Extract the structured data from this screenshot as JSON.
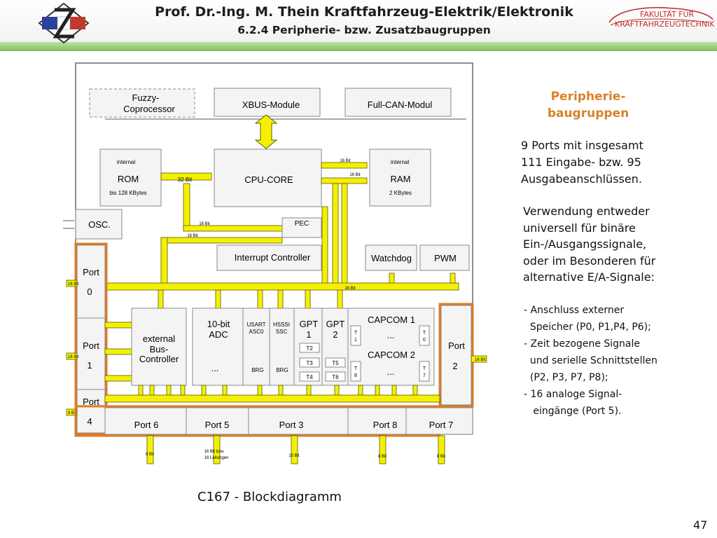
{
  "header": {
    "title": "Prof. Dr.-Ing. M. Thein   Kraftfahrzeug-Elektrik/Elektronik",
    "subtitle": "6.2.4 Peripherie- bzw. Zusatzbaugruppen",
    "faculty_logo_line1": "FAKULTÄT FÜR",
    "faculty_logo_line2": "KRAFTFAHRZEUGTECHNIK"
  },
  "diagram": {
    "fuzzy": [
      "Fuzzy-",
      "Coprocessor"
    ],
    "xbus": "XBUS-Module",
    "can": "Full-CAN-Modul",
    "rom_internal": "internal",
    "rom": "ROM",
    "rom_size": "bis 128 KBytes",
    "bus32": "32 Bit",
    "cpu": "CPU-CORE",
    "ram_internal": "internal",
    "ram": "RAM",
    "ram_size": "2 KBytes",
    "bit16a": "16 Bit",
    "bit16b": "16 Bit",
    "osc": "OSC.",
    "pec": "PEC",
    "bit16c": "16 Bit",
    "bit16d": "16 Bit",
    "irq": "Interrupt Controller",
    "watchdog": "Watchdog",
    "pwm": "PWM",
    "port0": [
      "Port",
      "0"
    ],
    "port1": [
      "Port",
      "1"
    ],
    "port4": [
      "Port",
      "4"
    ],
    "port2": [
      "Port",
      "2"
    ],
    "bit16e": "16 Bit",
    "ext_bus": [
      "external",
      "Bus-",
      "Controller"
    ],
    "adc": [
      "10-bit",
      "ADC"
    ],
    "usart": [
      "USART",
      "ASC0"
    ],
    "hsssi": [
      "HSSSI",
      "SSC"
    ],
    "gpt1": [
      "GPT",
      "1"
    ],
    "gpt2": [
      "GPT",
      "2"
    ],
    "capcom1": "CAPCOM 1",
    "capcom2": "CAPCOM 2",
    "t1": [
      "T",
      "1"
    ],
    "t0": [
      "T",
      "0"
    ],
    "t8": [
      "T",
      "8"
    ],
    "t7": [
      "T",
      "7"
    ],
    "ellipsis": "...",
    "brg": "BRG",
    "t2": "T2",
    "t3": "T3",
    "t4": "T4",
    "t5": "T5",
    "t6": "T6",
    "bottom_ports": [
      "Port 6",
      "Port 5",
      "Port 3",
      "Port 8",
      "Port 7"
    ],
    "left_bits": [
      "16 Bit",
      "16 Bit",
      "8 Bit"
    ],
    "right_bits": "16 Bit",
    "bottom_bits": [
      "8 Bit",
      "16 Bit bzw.",
      "16 Leitungen",
      "15 Bit",
      "8 Bit",
      "8 Bit"
    ]
  },
  "caption": "C167 - Blockdiagramm",
  "side": {
    "title_line1": "Peripherie-",
    "title_line2": "baugruppen",
    "p1": [
      "9 Ports mit insgesamt",
      "111 Eingabe- bzw. 95",
      "Ausgabeanschlüssen."
    ],
    "p2": [
      "Verwendung entweder",
      "universell für binäre",
      "Ein-/Ausgangssignale,",
      "oder im Besonderen für",
      "alternative  E/A-Signale:"
    ],
    "bullets": [
      [
        "- Anschluss externer",
        "  Speicher (P0, P1,P4, P6);"
      ],
      [
        "- Zeit bezogene Signale",
        "  und serielle Schnittstellen",
        "  (P2, P3, P7, P8);"
      ],
      [
        "- 16 analoge Signal-",
        "   eingänge (Port 5)."
      ]
    ]
  },
  "page_number": "47",
  "colors": {
    "bus": "#f5f000",
    "bus_stroke": "#5a5a00",
    "port_frame": "#e07a22",
    "accent": "#d9822b",
    "header_rule": "#7fc05a"
  }
}
